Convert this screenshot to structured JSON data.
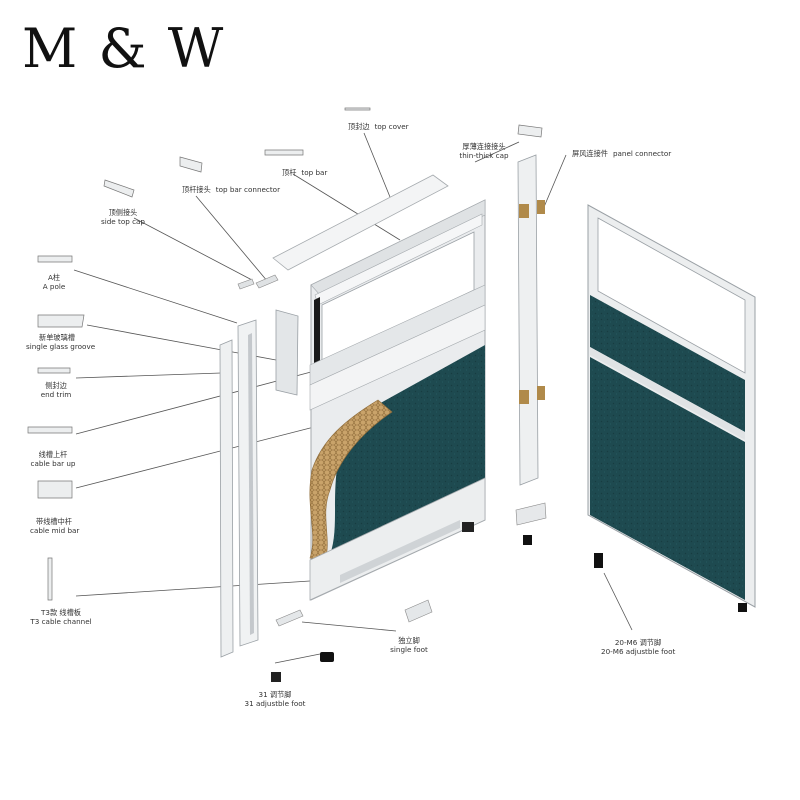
{
  "brand": {
    "logo_text": "M & W"
  },
  "parts": {
    "top_cover": {
      "zh": "顶封边",
      "en": "top cover"
    },
    "top_bar": {
      "zh": "顶杆",
      "en": "top bar"
    },
    "top_bar_connector": {
      "zh": "顶杆接头",
      "en": "top bar connector"
    },
    "side_top_cap": {
      "zh": "顶侧接头",
      "en": "side top cap"
    },
    "a_pole": {
      "zh": "A柱",
      "en": "A pole"
    },
    "single_glass_groove": {
      "zh": "新单玻璃槽",
      "en": "single glass groove"
    },
    "end_trim": {
      "zh": "侧封边",
      "en": "end trim"
    },
    "cable_bar_up": {
      "zh": "线槽上杆",
      "en": "cable bar up"
    },
    "cable_mid_bar": {
      "zh": "带线槽中杆",
      "en": "cable mid bar"
    },
    "t3_cable_channel": {
      "zh": "T3款 线槽板",
      "en": "T3 cable channel"
    },
    "thin_thick_cap": {
      "zh": "厚薄连接接头",
      "en": "thin-thick cap"
    },
    "panel_connector": {
      "zh": "屏风连接件",
      "en": "panel connector"
    },
    "single_foot": {
      "zh": "独立脚",
      "en": "single foot"
    },
    "adjustable_foot_31": {
      "zh": "31 调节脚",
      "en": "31 adjustble foot"
    },
    "adjustable_foot_20m6": {
      "zh": "20-M6 调节脚",
      "en": "20-M6 adjustble foot"
    }
  },
  "colors": {
    "aluminum": "#e6e8ea",
    "aluminum_dark": "#b9bdc1",
    "fabric": "#1e4a50",
    "honeycomb": "#c9a36a",
    "leader": "#555555",
    "logo": "#111111"
  }
}
